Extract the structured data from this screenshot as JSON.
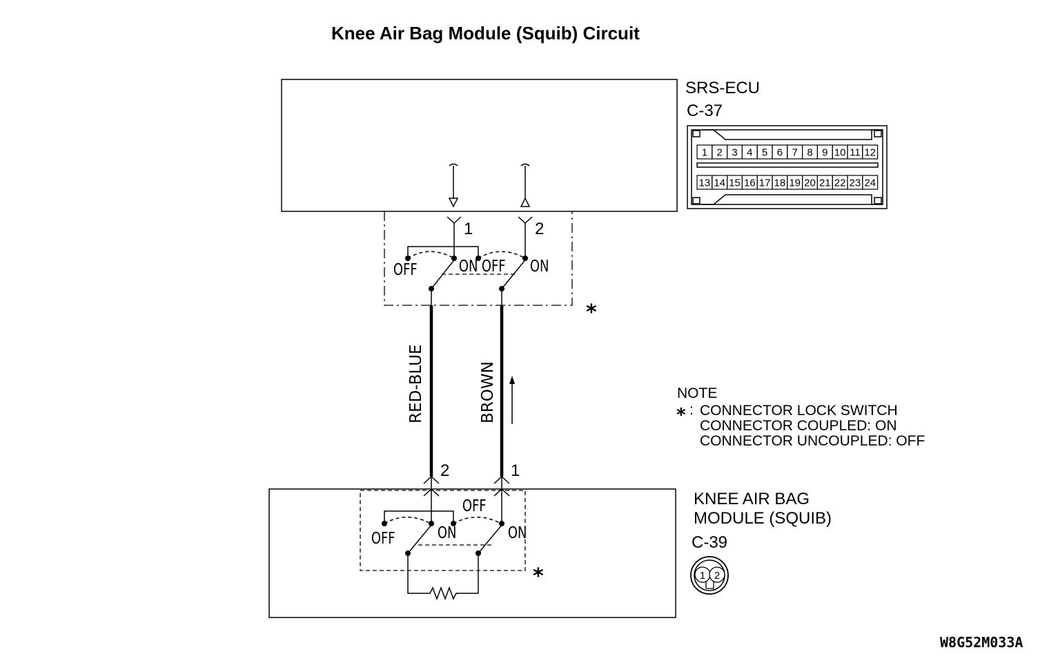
{
  "title": "Knee Air Bag Module (Squib) Circuit",
  "ecu": {
    "name": "SRS-ECU",
    "connector": "C-37",
    "pins_top": [
      "1",
      "2",
      "3",
      "4",
      "5",
      "6",
      "7",
      "8",
      "9",
      "10",
      "11",
      "12"
    ],
    "pins_bottom": [
      "13",
      "14",
      "15",
      "16",
      "17",
      "18",
      "19",
      "20",
      "21",
      "22",
      "23",
      "24"
    ],
    "pin_a": "1",
    "pin_b": "2"
  },
  "module": {
    "name_line1": "KNEE AIR BAG",
    "name_line2": "MODULE (SQUIB)",
    "connector": "C-39",
    "pin_a": "2",
    "pin_b": "1",
    "pin_icon_1": "1",
    "pin_icon_2": "2"
  },
  "wires": {
    "left_color": "RED-BLUE",
    "right_color": "BROWN"
  },
  "switch_labels": {
    "off": "OFF",
    "on": "ON"
  },
  "marker": "*",
  "note": {
    "heading": "NOTE",
    "star": "*",
    "sep": ":",
    "line1": "CONNECTOR LOCK SWITCH",
    "line2": "CONNECTOR COUPLED: ON",
    "line3": "CONNECTOR UNCOUPLED: OFF"
  },
  "figure_code": "W8G52M033A",
  "icons": [
    "arrow-down-open-icon",
    "arrow-up-open-icon",
    "current-flow-arrow-icon",
    "resistor-icon",
    "connector-face-icon"
  ]
}
